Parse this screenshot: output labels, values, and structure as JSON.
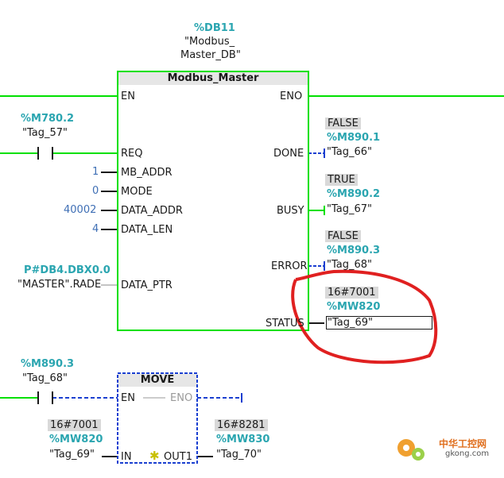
{
  "instance": {
    "db_address": "%DB11",
    "db_name_line1": "\"Modbus_",
    "db_name_line2": "Master_DB\""
  },
  "modbus_block": {
    "title": "Modbus_Master",
    "inputs": {
      "en": "EN",
      "req": "REQ",
      "mb_addr": "MB_ADDR",
      "mode": "MODE",
      "data_addr": "DATA_ADDR",
      "data_len": "DATA_LEN",
      "data_ptr": "DATA_PTR"
    },
    "outputs": {
      "eno": "ENO",
      "done": "DONE",
      "busy": "BUSY",
      "error": "ERROR",
      "status": "STATUS"
    }
  },
  "req_contact": {
    "address": "%M780.2",
    "tag": "\"Tag_57\""
  },
  "param_values": {
    "mb_addr": "1",
    "mode": "0",
    "data_addr": "40002",
    "data_len": "4",
    "data_ptr_address": "P#DB4.DBX0.0",
    "data_ptr_symbol": "\"MASTER\".RADE"
  },
  "done_out": {
    "value": "FALSE",
    "address": "%M890.1",
    "tag": "\"Tag_66\""
  },
  "busy_out": {
    "value": "TRUE",
    "address": "%M890.2",
    "tag": "\"Tag_67\""
  },
  "error_out": {
    "value": "FALSE",
    "address": "%M890.3",
    "tag": "\"Tag_68\""
  },
  "status_out": {
    "value": "16#7001",
    "address": "%MW820",
    "tag": "\"Tag_69\""
  },
  "move_contact": {
    "address": "%M890.3",
    "tag": "\"Tag_68\""
  },
  "move_block": {
    "title": "MOVE",
    "en": "EN",
    "eno": "ENO",
    "in": "IN",
    "out1": "OUT1",
    "in_value": "16#7001",
    "in_address": "%MW820",
    "in_tag": "\"Tag_69\"",
    "out_value": "16#8281",
    "out_address": "%MW830",
    "out_tag": "\"Tag_70\""
  },
  "watermark": {
    "text_cn": "中华工控网",
    "text_url": "gkong.com"
  },
  "colors": {
    "energized": "#00e000",
    "unpowered": "#1a3fd0",
    "address": "#2aa5b0",
    "annotation": "#e02020"
  }
}
